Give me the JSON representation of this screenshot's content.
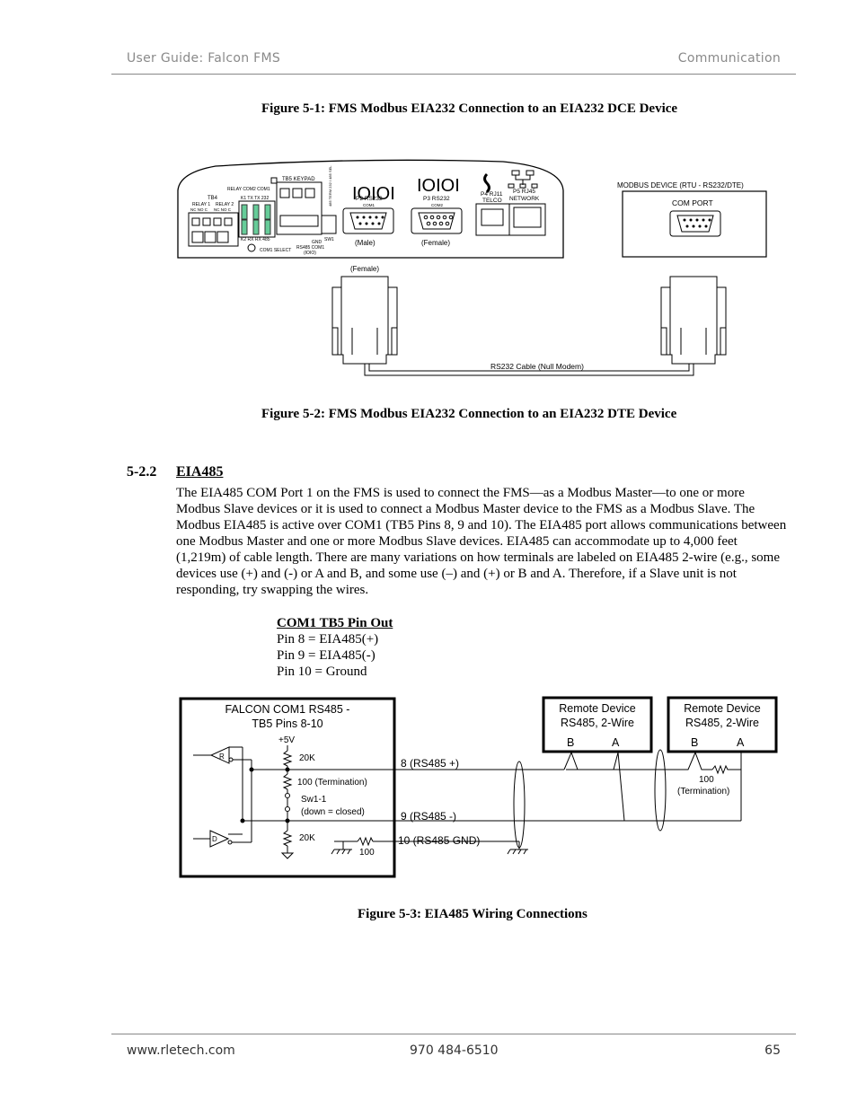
{
  "header": {
    "left": "User Guide: Falcon FMS",
    "right": "Communication"
  },
  "figure1": {
    "caption": "Figure 5-1:  FMS Modbus EIA232 Connection to an EIA232 DCE Device"
  },
  "figure2": {
    "caption": "Figure 5-2:  FMS Modbus EIA232 Connection to an EIA232 DTE Device",
    "panel": {
      "tb5_keypad": "TB5 KEYPAD",
      "relay_com": "RELAY COM2 COM1",
      "tb4": "TB4",
      "relay1": "RELAY 1",
      "relay2": "RELAY 2",
      "ncnoc1": "NC NO C",
      "ncnoc2": "NC NO C",
      "k1tx": "K1  TX   TX   232",
      "k2rx": "K2  RX   RX    485",
      "gnd": "GND",
      "rs485com1": "RS485 COM1",
      "ioio_small": "(IOIO)",
      "com1select": "COM1 SELECT",
      "sw1": "SW1",
      "ioioi1": "IOIOI",
      "ioioi2": "IOIOI",
      "p2": "P2 RS232",
      "com1": "COM1",
      "p3": "P3 RS232",
      "com2": "COM2",
      "p4": "P4 RJ11",
      "telco": "TELCO",
      "p5": "P5 RJ45",
      "network": "NETWORK",
      "male": "(Male)",
      "female": "(Female)",
      "vertical": "485 TERM 232 / 485 SEL"
    },
    "female_label": "(Female)",
    "cable": "RS232 Cable (Null Modem)",
    "device_title": "MODBUS DEVICE (RTU - RS232/DTE)",
    "com_port": "COM PORT"
  },
  "section": {
    "number": "5-2.2",
    "title": "EIA485"
  },
  "body_text": "The EIA485 COM Port 1 on the FMS is used to connect the FMS—as a Modbus Master—to one or more Modbus Slave devices or it is used to connect a Modbus Master device to the FMS as a Modbus Slave. The Modbus EIA485 is active over COM1 (TB5 Pins 8, 9 and 10). The EIA485 port allows communications between one Modbus Master and one or more Modbus Slave devices. EIA485 can accommodate up to 4,000 feet (1,219m) of cable length. There are many variations on how terminals are labeled on EIA485 2-wire (e.g., some devices use (+) and (-) or A and B, and some use (–) and (+) or B and A. Therefore, if a Slave unit is not responding, try swapping the wires.",
  "pinout": {
    "title": "COM1 TB5 Pin Out",
    "lines": [
      "Pin 8 = EIA485(+)",
      "Pin 9 = EIA485(-)",
      "Pin 10 = Ground"
    ]
  },
  "figure3": {
    "caption": "Figure 5-3:  EIA485 Wiring Connections",
    "falcon_line1": "FALCON COM1 RS485 -",
    "falcon_line2": "TB5 Pins 8-10",
    "plus5v": "+5V",
    "r20k_top": "20K",
    "termination": "100 (Termination)",
    "sw1_1": "Sw1-1",
    "down_closed": "(down = closed)",
    "r20k_bot": "20K",
    "r100": "100",
    "r_label": "R",
    "d_label": "D",
    "wire8": "8 (RS485 +)",
    "wire9": "9 (RS485 -)",
    "wire10": "10 (RS485 GND)",
    "remote1_line1": "Remote Device",
    "remote1_line2": "RS485, 2-Wire",
    "remote2_line1": "Remote Device",
    "remote2_line2": "RS485, 2-Wire",
    "b": "B",
    "a": "A",
    "term100": "100",
    "term_label": "(Termination)"
  },
  "footer": {
    "website": "www.rletech.com",
    "phone": "970 484-6510",
    "page": "65"
  }
}
